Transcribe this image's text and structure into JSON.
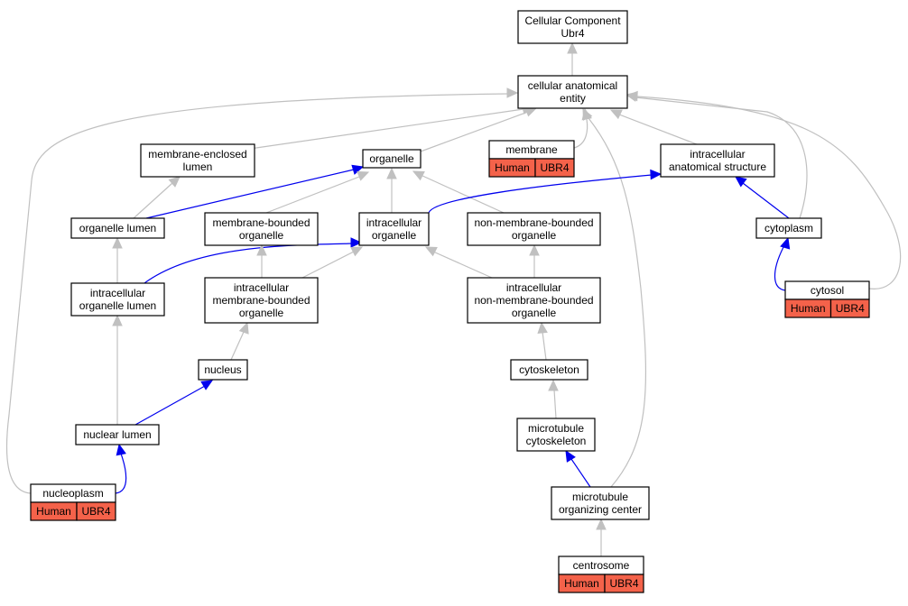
{
  "nodes": {
    "root": [
      "Cellular Component",
      "Ubr4"
    ],
    "cae": [
      "cellular anatomical",
      "entity"
    ],
    "mel": [
      "membrane-enclosed",
      "lumen"
    ],
    "organelle": [
      "organelle"
    ],
    "membrane": [
      "membrane"
    ],
    "ias": [
      "intracellular",
      "anatomical structure"
    ],
    "organelle_lumen": [
      "organelle lumen"
    ],
    "mbo": [
      "membrane-bounded",
      "organelle"
    ],
    "io": [
      "intracellular",
      "organelle"
    ],
    "nmbo": [
      "non-membrane-bounded",
      "organelle"
    ],
    "cytoplasm": [
      "cytoplasm"
    ],
    "iol": [
      "intracellular",
      "organelle lumen"
    ],
    "imbo": [
      "intracellular",
      "membrane-bounded",
      "organelle"
    ],
    "inmbo": [
      "intracellular",
      "non-membrane-bounded",
      "organelle"
    ],
    "cytosol": [
      "cytosol"
    ],
    "nucleus": [
      "nucleus"
    ],
    "cytoskeleton": [
      "cytoskeleton"
    ],
    "nuclear_lumen": [
      "nuclear lumen"
    ],
    "mtcyto": [
      "microtubule",
      "cytoskeleton"
    ],
    "nucleoplasm": [
      "nucleoplasm"
    ],
    "mtoc": [
      "microtubule",
      "organizing center"
    ],
    "centrosome": [
      "centrosome"
    ]
  },
  "annotations": {
    "membrane": [
      "Human",
      "UBR4"
    ],
    "cytosol": [
      "Human",
      "UBR4"
    ],
    "nucleoplasm": [
      "Human",
      "UBR4"
    ],
    "centrosome": [
      "Human",
      "UBR4"
    ]
  },
  "edges": [
    {
      "from": "cae",
      "to": "root",
      "relation": "is_a"
    },
    {
      "from": "mel",
      "to": "cae",
      "relation": "is_a"
    },
    {
      "from": "organelle",
      "to": "cae",
      "relation": "is_a"
    },
    {
      "from": "membrane",
      "to": "cae",
      "relation": "is_a"
    },
    {
      "from": "ias",
      "to": "cae",
      "relation": "is_a"
    },
    {
      "from": "cytoplasm",
      "to": "cae",
      "relation": "is_a"
    },
    {
      "from": "cytosol",
      "to": "cae",
      "relation": "is_a"
    },
    {
      "from": "nucleoplasm",
      "to": "cae",
      "relation": "is_a"
    },
    {
      "from": "mtoc",
      "to": "cae",
      "relation": "is_a"
    },
    {
      "from": "organelle_lumen",
      "to": "mel",
      "relation": "is_a"
    },
    {
      "from": "organelle_lumen",
      "to": "organelle",
      "relation": "part_of"
    },
    {
      "from": "mbo",
      "to": "organelle",
      "relation": "is_a"
    },
    {
      "from": "io",
      "to": "organelle",
      "relation": "is_a"
    },
    {
      "from": "nmbo",
      "to": "organelle",
      "relation": "is_a"
    },
    {
      "from": "io",
      "to": "ias",
      "relation": "part_of"
    },
    {
      "from": "cytoplasm",
      "to": "ias",
      "relation": "part_of"
    },
    {
      "from": "iol",
      "to": "organelle_lumen",
      "relation": "is_a"
    },
    {
      "from": "iol",
      "to": "io",
      "relation": "part_of"
    },
    {
      "from": "imbo",
      "to": "mbo",
      "relation": "is_a"
    },
    {
      "from": "imbo",
      "to": "io",
      "relation": "is_a"
    },
    {
      "from": "inmbo",
      "to": "io",
      "relation": "is_a"
    },
    {
      "from": "inmbo",
      "to": "nmbo",
      "relation": "is_a"
    },
    {
      "from": "cytosol",
      "to": "cytoplasm",
      "relation": "part_of"
    },
    {
      "from": "nucleus",
      "to": "imbo",
      "relation": "is_a"
    },
    {
      "from": "cytoskeleton",
      "to": "inmbo",
      "relation": "is_a"
    },
    {
      "from": "nuclear_lumen",
      "to": "iol",
      "relation": "is_a"
    },
    {
      "from": "nuclear_lumen",
      "to": "nucleus",
      "relation": "part_of"
    },
    {
      "from": "mtcyto",
      "to": "cytoskeleton",
      "relation": "is_a"
    },
    {
      "from": "nucleoplasm",
      "to": "nuclear_lumen",
      "relation": "part_of"
    },
    {
      "from": "mtoc",
      "to": "mtcyto",
      "relation": "part_of"
    },
    {
      "from": "centrosome",
      "to": "mtoc",
      "relation": "is_a"
    }
  ],
  "colors": {
    "is_a": "#c0c0c0",
    "part_of": "#0000ee",
    "annotation_fill": "#f4624a",
    "node_border": "#000000",
    "node_fill": "#ffffff"
  }
}
